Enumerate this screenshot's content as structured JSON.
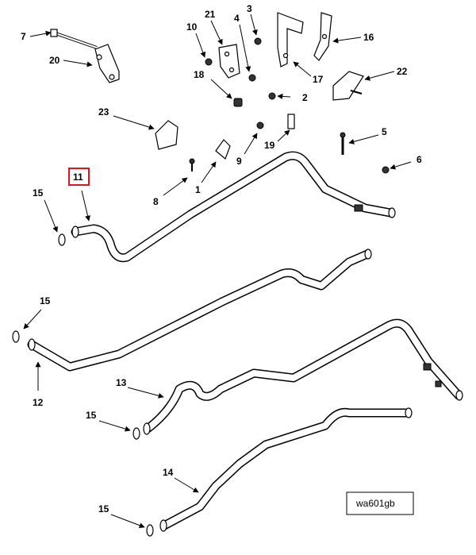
{
  "callouts": {
    "c1": "1",
    "c2": "2",
    "c3": "3",
    "c4": "4",
    "c5": "5",
    "c6": "6",
    "c7": "7",
    "c8": "8",
    "c9": "9",
    "c10": "10",
    "c11": "11",
    "c12": "12",
    "c13": "13",
    "c14": "14",
    "c15a": "15",
    "c15b": "15",
    "c15c": "15",
    "c15d": "15",
    "c16": "16",
    "c17": "17",
    "c18": "18",
    "c19": "19",
    "c20": "20",
    "c21": "21",
    "c22": "22",
    "c23": "23"
  },
  "highlighted_callout": "11",
  "highlight_color": "#e0141e",
  "reference_code": "wa601gb"
}
